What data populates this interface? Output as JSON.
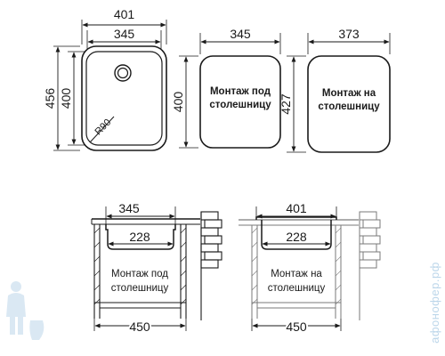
{
  "colors": {
    "ink": "#1a1a1a",
    "light_ink": "#6a6a6a",
    "watermark": "#bcd6ea",
    "background": "#ffffff"
  },
  "top_row": {
    "sink_plan": {
      "width_outer": "401",
      "width_inner": "345",
      "height_outer": "456",
      "height_inner": "400",
      "radius": "R90"
    },
    "undermount": {
      "width": "345",
      "height": "400",
      "label_line1": "Монтаж под",
      "label_line2": "столешницу"
    },
    "overmount": {
      "width": "373",
      "height": "427",
      "label_line1": "Монтаж на",
      "label_line2": "столешницу"
    }
  },
  "bottom_row": {
    "undermount_section": {
      "top_width": "345",
      "bowl_width": "228",
      "cabinet_width": "450",
      "label_line1": "Монтаж под",
      "label_line2": "столешницу"
    },
    "overmount_section": {
      "top_width": "401",
      "bowl_width": "228",
      "cabinet_width": "450",
      "label_line1": "Монтаж на",
      "label_line2": "столешницу"
    }
  },
  "watermark": {
    "text": "афонофер.рф",
    "icon": "plumber-mascot-icon"
  }
}
